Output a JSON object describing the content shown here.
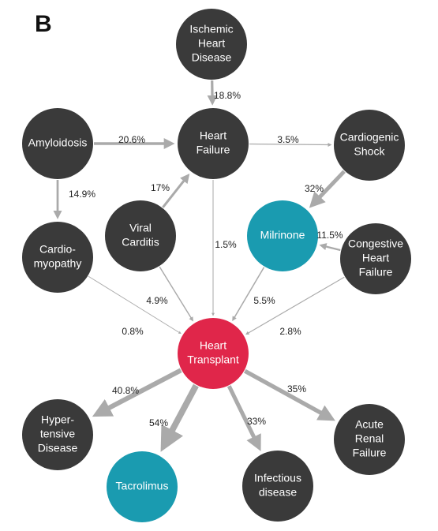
{
  "panel_label": "B",
  "colors": {
    "condition": "#3a3a3a",
    "drug": "#1a9bb0",
    "transplant": "#e0264a",
    "edge": "#aaaaaa",
    "node_text": "#ffffff",
    "edge_text": "#222222"
  },
  "nodes": [
    {
      "id": "ischemic",
      "lines": [
        "Ischemic",
        "Heart",
        "Disease"
      ],
      "kind": "condition"
    },
    {
      "id": "amyloidosis",
      "lines": [
        "Amyloidosis"
      ],
      "kind": "condition"
    },
    {
      "id": "heart-failure",
      "lines": [
        "Heart",
        "Failure"
      ],
      "kind": "condition"
    },
    {
      "id": "cardiogenic",
      "lines": [
        "Cardiogenic",
        "Shock"
      ],
      "kind": "condition"
    },
    {
      "id": "viral",
      "lines": [
        "Viral",
        "Carditis"
      ],
      "kind": "condition"
    },
    {
      "id": "milrinone",
      "lines": [
        "Milrinone"
      ],
      "kind": "drug"
    },
    {
      "id": "cardiomyopathy",
      "lines": [
        "Cardio-",
        "myopathy"
      ],
      "kind": "condition"
    },
    {
      "id": "chf",
      "lines": [
        "Congestive",
        "Heart",
        "Failure"
      ],
      "kind": "condition"
    },
    {
      "id": "transplant",
      "lines": [
        "Heart",
        "Transplant"
      ],
      "kind": "transplant"
    },
    {
      "id": "hypertensive",
      "lines": [
        "Hyper-",
        "tensive",
        "Disease"
      ],
      "kind": "condition"
    },
    {
      "id": "tacrolimus",
      "lines": [
        "Tacrolimus"
      ],
      "kind": "drug"
    },
    {
      "id": "infectious",
      "lines": [
        "Infectious",
        "disease"
      ],
      "kind": "condition"
    },
    {
      "id": "arf",
      "lines": [
        "Acute",
        "Renal",
        "Failure"
      ],
      "kind": "condition"
    }
  ],
  "edges": [
    {
      "from": "ischemic",
      "to": "heart-failure",
      "label": "18.8%",
      "value": 18.8
    },
    {
      "from": "amyloidosis",
      "to": "heart-failure",
      "label": "20.6%",
      "value": 20.6
    },
    {
      "from": "heart-failure",
      "to": "cardiogenic",
      "label": "3.5%",
      "value": 3.5
    },
    {
      "from": "amyloidosis",
      "to": "cardiomyopathy",
      "label": "14.9%",
      "value": 14.9
    },
    {
      "from": "viral",
      "to": "heart-failure",
      "label": "17%",
      "value": 17
    },
    {
      "from": "cardiogenic",
      "to": "milrinone",
      "label": "32%",
      "value": 32
    },
    {
      "from": "chf",
      "to": "milrinone",
      "label": "11.5%",
      "value": 11.5
    },
    {
      "from": "heart-failure",
      "to": "transplant",
      "label": "1.5%",
      "value": 1.5
    },
    {
      "from": "viral",
      "to": "transplant",
      "label": "4.9%",
      "value": 4.9
    },
    {
      "from": "milrinone",
      "to": "transplant",
      "label": "5.5%",
      "value": 5.5
    },
    {
      "from": "cardiomyopathy",
      "to": "transplant",
      "label": "0.8%",
      "value": 0.8
    },
    {
      "from": "chf",
      "to": "transplant",
      "label": "2.8%",
      "value": 2.8
    },
    {
      "from": "transplant",
      "to": "hypertensive",
      "label": "40.8%",
      "value": 40.8
    },
    {
      "from": "transplant",
      "to": "tacrolimus",
      "label": "54%",
      "value": 54
    },
    {
      "from": "transplant",
      "to": "infectious",
      "label": "33%",
      "value": 33
    },
    {
      "from": "transplant",
      "to": "arf",
      "label": "35%",
      "value": 35
    }
  ]
}
